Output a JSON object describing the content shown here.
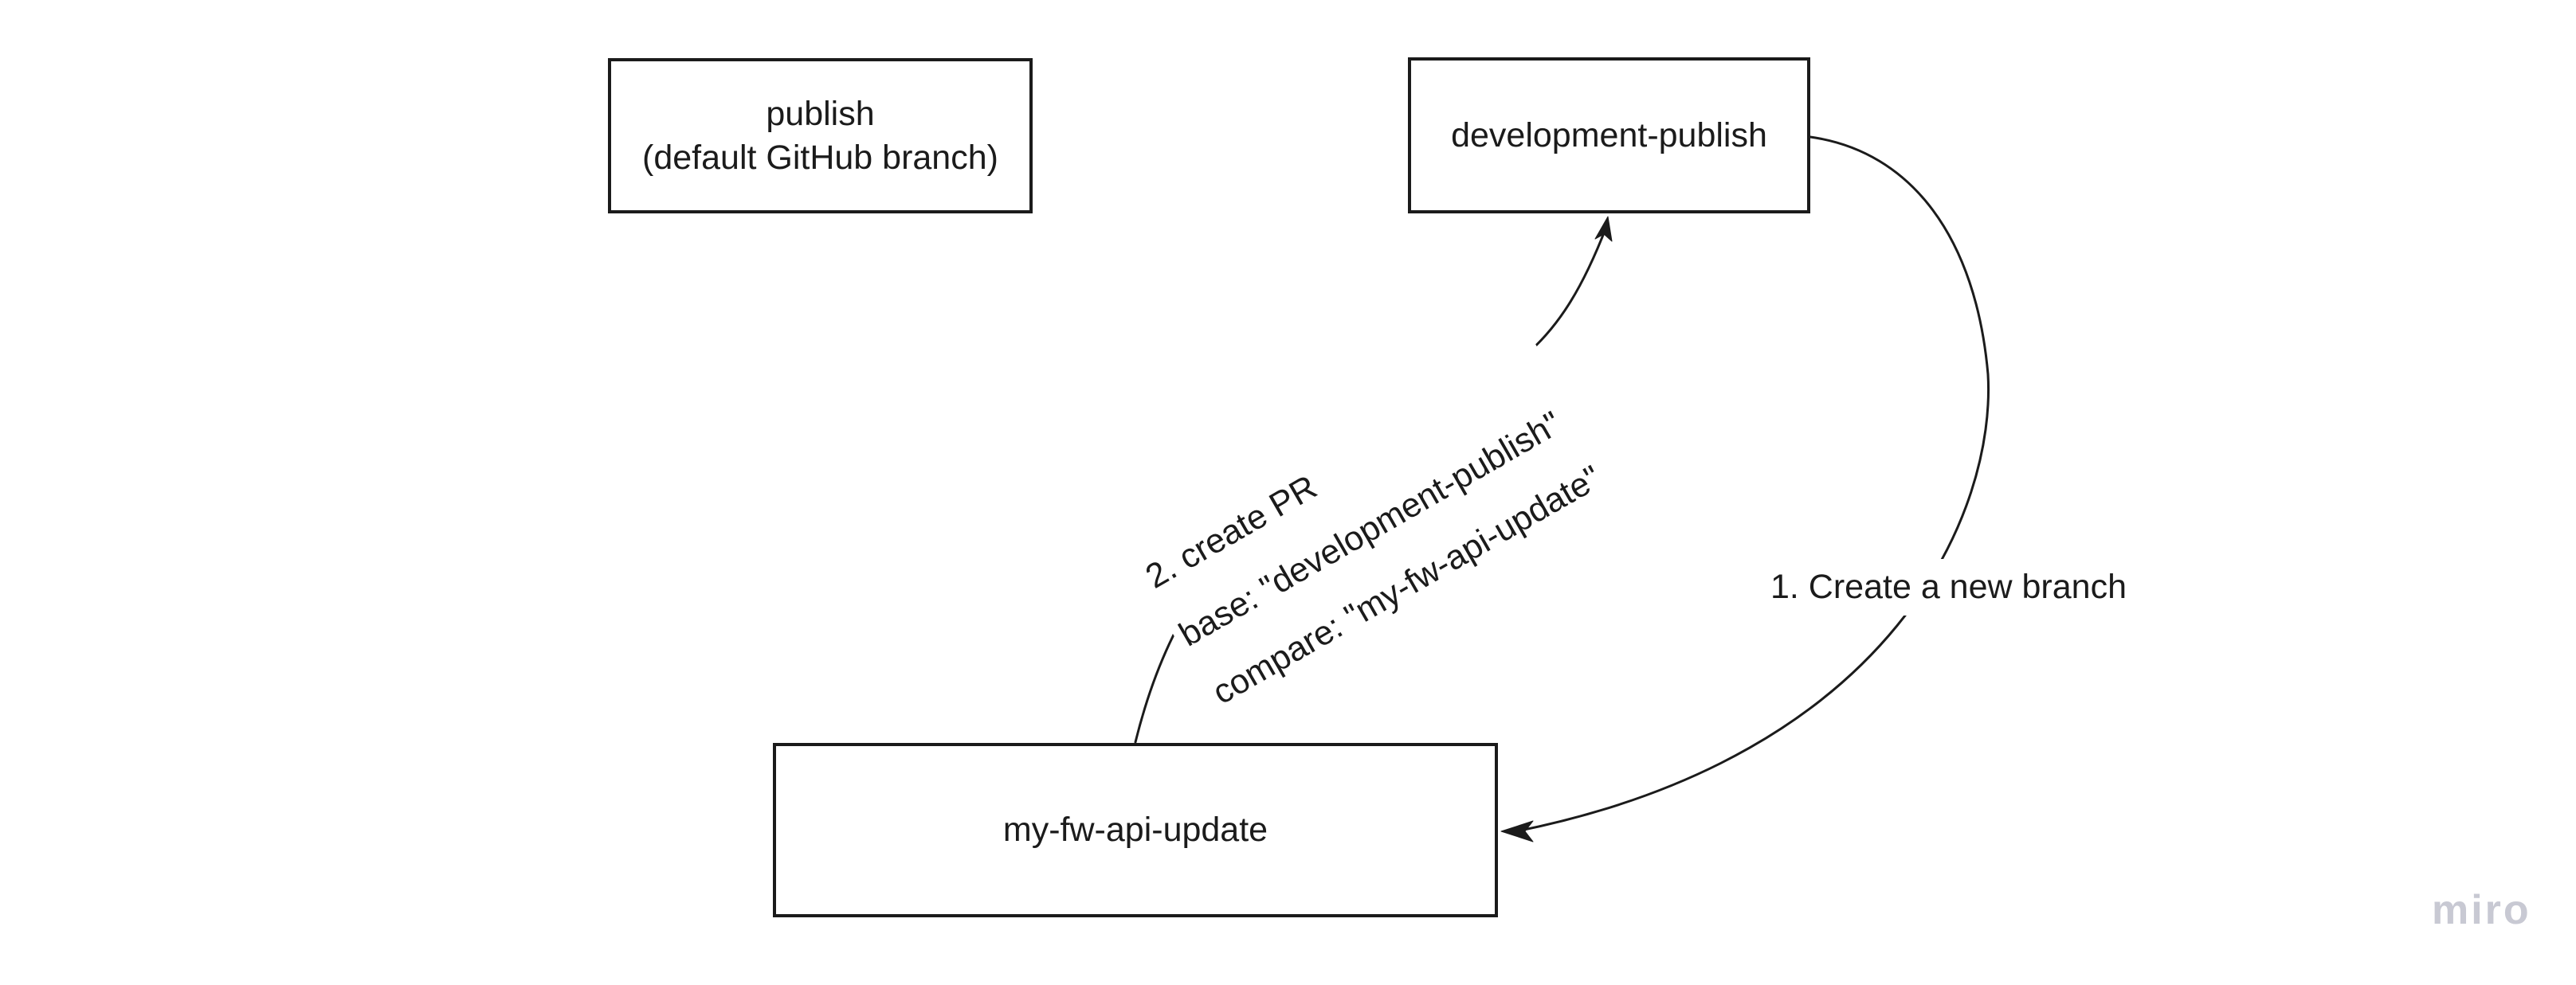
{
  "board": {
    "watermark": "miro"
  },
  "colors": {
    "ink": "#1b1b1b",
    "shape_fill": "#ffffff",
    "board_bg": "#ffffff",
    "watermark": "#c8c9d3"
  },
  "nodes": {
    "publish": {
      "line1": "publish",
      "line2": "(default GitHub branch)"
    },
    "development_publish": {
      "label": "development-publish"
    },
    "my_fw_api_update": {
      "label": "my-fw-api-update"
    }
  },
  "connectors": {
    "create_branch": {
      "label": "1. Create a new branch"
    },
    "create_pr": {
      "line1": "2. create PR",
      "line2": "base: \"development-publish\"",
      "line3": "compare: \"my-fw-api-update\""
    }
  }
}
